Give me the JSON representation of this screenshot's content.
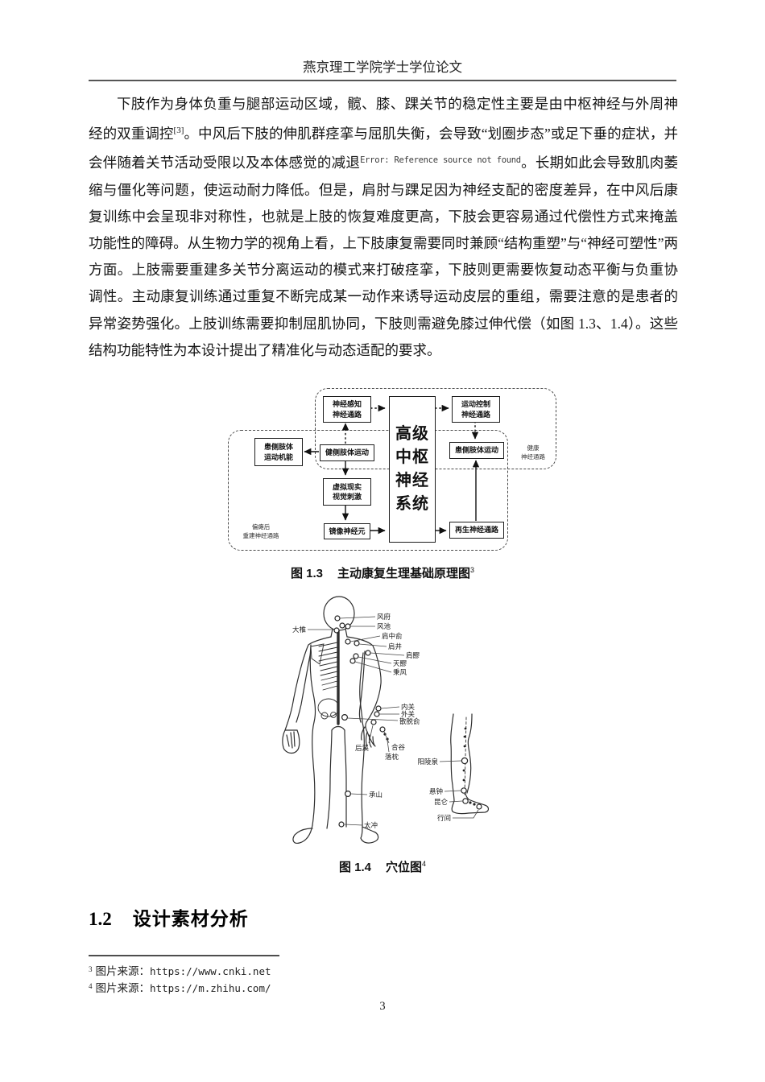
{
  "header": {
    "title": "燕京理工学院学士学位论文"
  },
  "paragraph": {
    "seg1": "下肢作为身体负重与腿部运动区域，髋、膝、踝关节的稳定性主要是由中枢神经与外周神经的双重调控",
    "ref1": "[3]",
    "seg2": "。中风后下肢的伸肌群痉挛与屈肌失衡，会导致“划圈步态”或足下垂的症状，并会伴随着关节活动受限以及本体感觉的减退",
    "err": "Error: Reference source not found",
    "seg3": "。长期如此会导致肌肉萎缩与僵化等问题，使运动耐力降低。但是，肩肘与踝足因为神经支配的密度差异，在中风后康复训练中会呈现非对称性，也就是上肢的恢复难度更高，下肢会更容易通过代偿性方式来掩盖功能性的障碍。从生物力学的视角上看，上下肢康复需要同时兼顾“结构重塑”与“神经可塑性”两方面。上肢需要重建多关节分离运动的模式来打破痉挛，下肢则更需要恢复动态平衡与负重协调性。主动康复训练通过重复不断完成某一动作来诱导运动皮层的重组，需要注意的是患者的异常姿势强化。上肢训练需要抑制屈肌协同，下肢则需避免膝过伸代偿（如图 1.3、1.4）。这些结构功能特性为本设计提出了精准化与动态适配的要求。"
  },
  "flowchart": {
    "boxes": {
      "sense": "神经感知\n神经通路",
      "cns": "高级\n中枢\n神经\n系统",
      "motor": "运动控制\n神经通路",
      "affected_function": "患侧肢体\n运动机能",
      "healthy_limb": "健侧肢体运动",
      "affected_limb": "患侧肢体运动",
      "vr": "虚拟现实\n视觉刺激",
      "mirror": "镜像神经元",
      "regen": "再生神经通路"
    },
    "side_labels": {
      "healthy_path": "健康\n神经通路",
      "rebuild_path": "偏瘫后\n重建神经通路"
    }
  },
  "figure13": {
    "label": "图 1.3",
    "title": "主动康复生理基础原理图",
    "ref": "3"
  },
  "figure14": {
    "label": "图 1.4",
    "title": "穴位图",
    "ref": "4",
    "acupoints": {
      "dazhui": "大椎",
      "fengfu": "风府",
      "fengchi": "风池",
      "jianzhongshu": "肩中俞",
      "jianjing": "肩井",
      "jianliao": "肩髎",
      "tianliao": "天髎",
      "bingfeng": "秉风",
      "neiguan": "内关",
      "waiguan": "外关",
      "wangu": "散脱俞",
      "houxi": "后溪",
      "hegu": "合谷",
      "laozhen": "落枕",
      "chengshan": "承山",
      "taichong": "太冲",
      "yanglingquan": "阳陵泉",
      "xuanzhong": "悬钟",
      "kunlun": "昆仑",
      "xingjian": "行间"
    }
  },
  "section": {
    "number": "1.2",
    "title": "设计素材分析"
  },
  "footnotes": [
    {
      "marker": "3",
      "label": "图片来源：",
      "url": "https://www.cnki.net"
    },
    {
      "marker": "4",
      "label": "图片来源：",
      "url": "https://m.zhihu.com/"
    }
  ],
  "page": {
    "number": "3"
  }
}
